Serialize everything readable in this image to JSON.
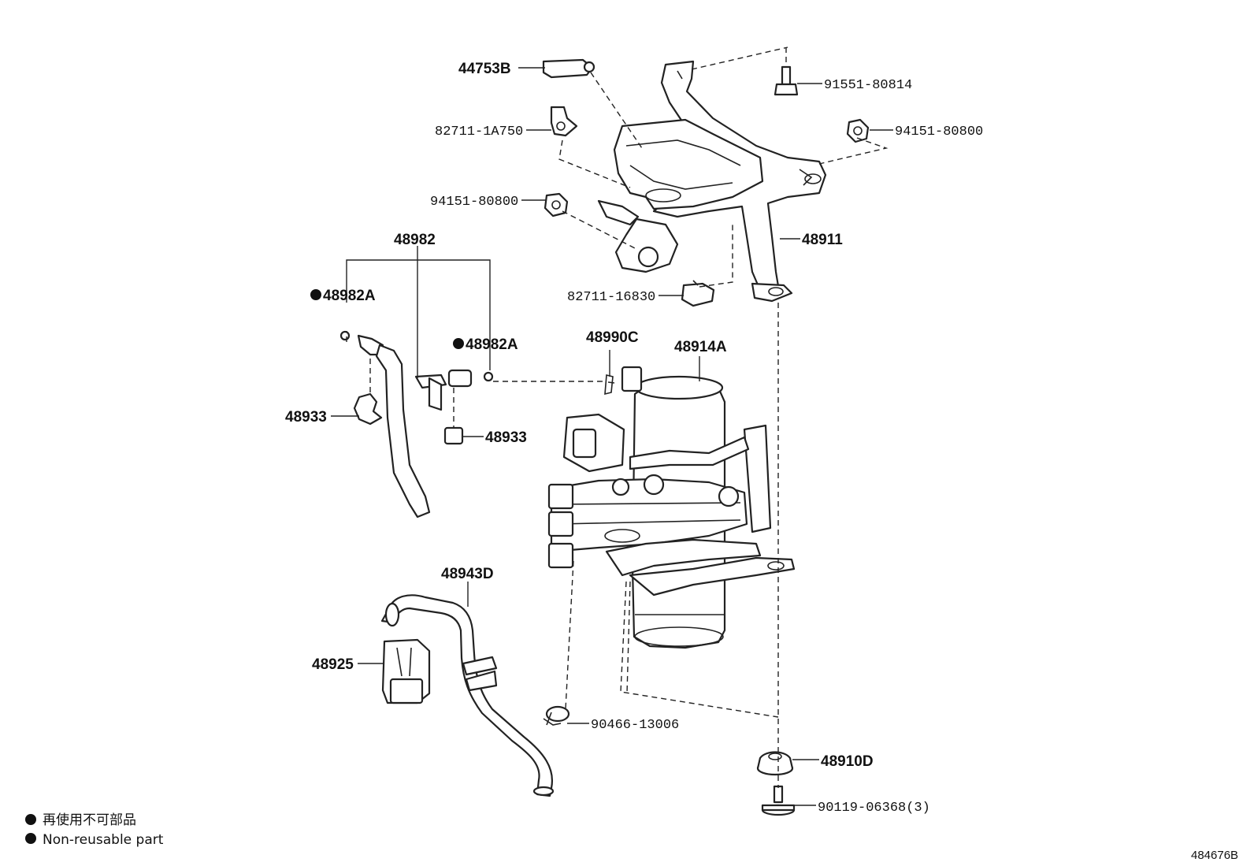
{
  "parts": {
    "p44753B": "44753B",
    "p91551": "91551-80814",
    "p82711_1A750": "82711-1A750",
    "p94151_right": "94151-80800",
    "p94151_left": "94151-80800",
    "p48911": "48911",
    "p48982": "48982",
    "p48982A_left": "48982A",
    "p48982A_right": "48982A",
    "p82711_16830": "82711-16830",
    "p48990C": "48990C",
    "p48914A": "48914A",
    "p48933_left": "48933",
    "p48933_right": "48933",
    "p48943D": "48943D",
    "p48925": "48925",
    "p90466": "90466-13006",
    "p48910D": "48910D",
    "p90119": "90119-06368(3)"
  },
  "legend": {
    "line1": "再使用不可部品",
    "line2": "Non-reusable part"
  },
  "diagram_ref": "484676B"
}
